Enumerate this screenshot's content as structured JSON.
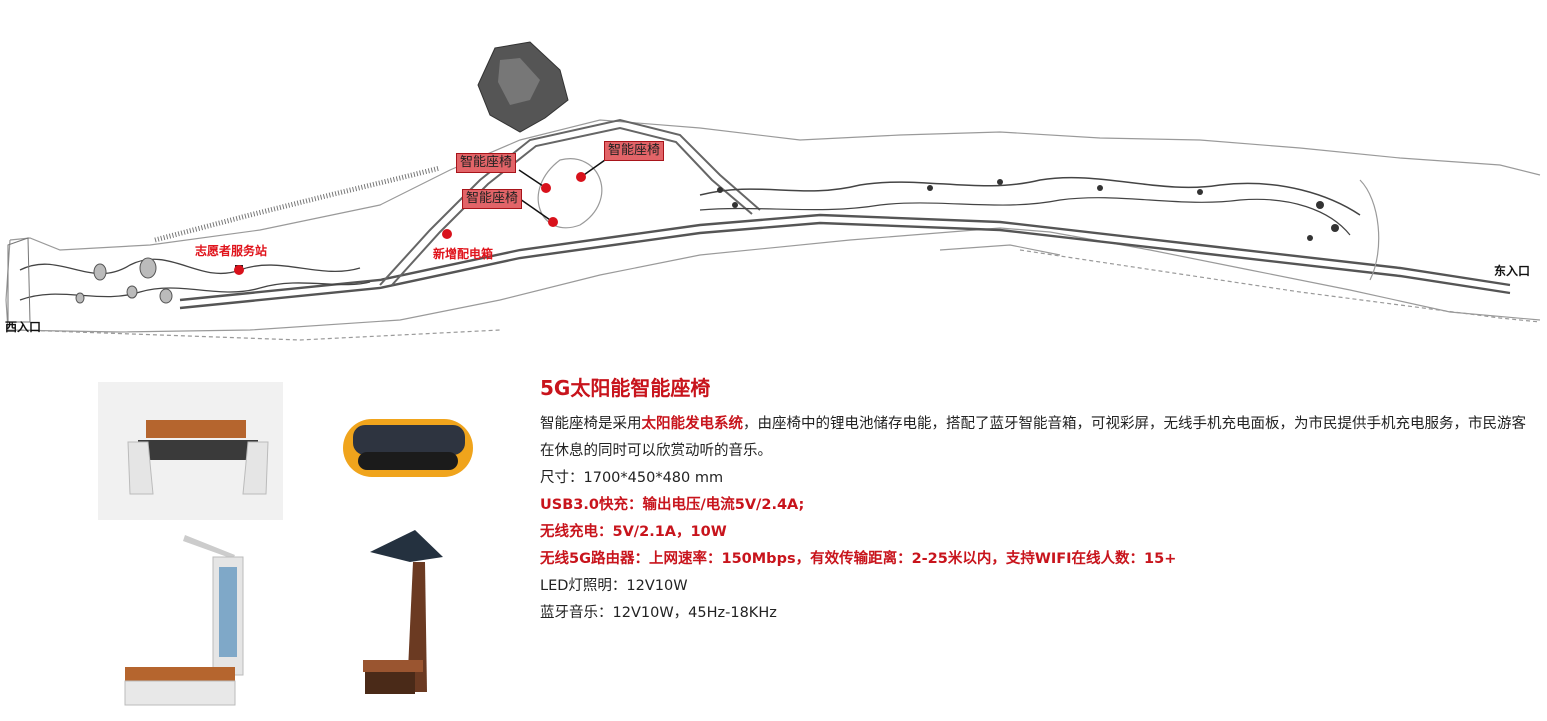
{
  "map": {
    "labels": {
      "west_entrance": "西入口",
      "east_entrance": "东入口",
      "volunteer_station": "志愿者服务站",
      "new_distribution_box": "新增配电箱",
      "bench_1": "智能座椅",
      "bench_2": "智能座椅",
      "bench_3": "智能座椅"
    }
  },
  "product": {
    "title": "5G太阳能智能座椅",
    "desc_pre": "智能座椅是采用",
    "desc_highlight": "太阳能发电系统",
    "desc_post": "，由座椅中的锂电池储存电能，搭配了蓝牙智能音箱，可视彩屏，无线手机充电面板，为市民提供手机充电服务，市民游客在休息的同时可以欣赏动听的音乐。",
    "size": "尺寸：1700*450*480 mm",
    "usb": "USB3.0快充：输出电压/电流5V/2.4A;",
    "wireless": "无线充电：5V/2.1A，10W",
    "router": "无线5G路由器：上网速率：150Mbps，有效传输距离：2-25米以内，支持WIFI在线人数：15+",
    "led": "LED灯照明：12V10W",
    "bluetooth": "蓝牙音乐：12V10W，45Hz-18KHz"
  },
  "colors": {
    "accent": "#c8141c",
    "marker": "#d8111b"
  }
}
